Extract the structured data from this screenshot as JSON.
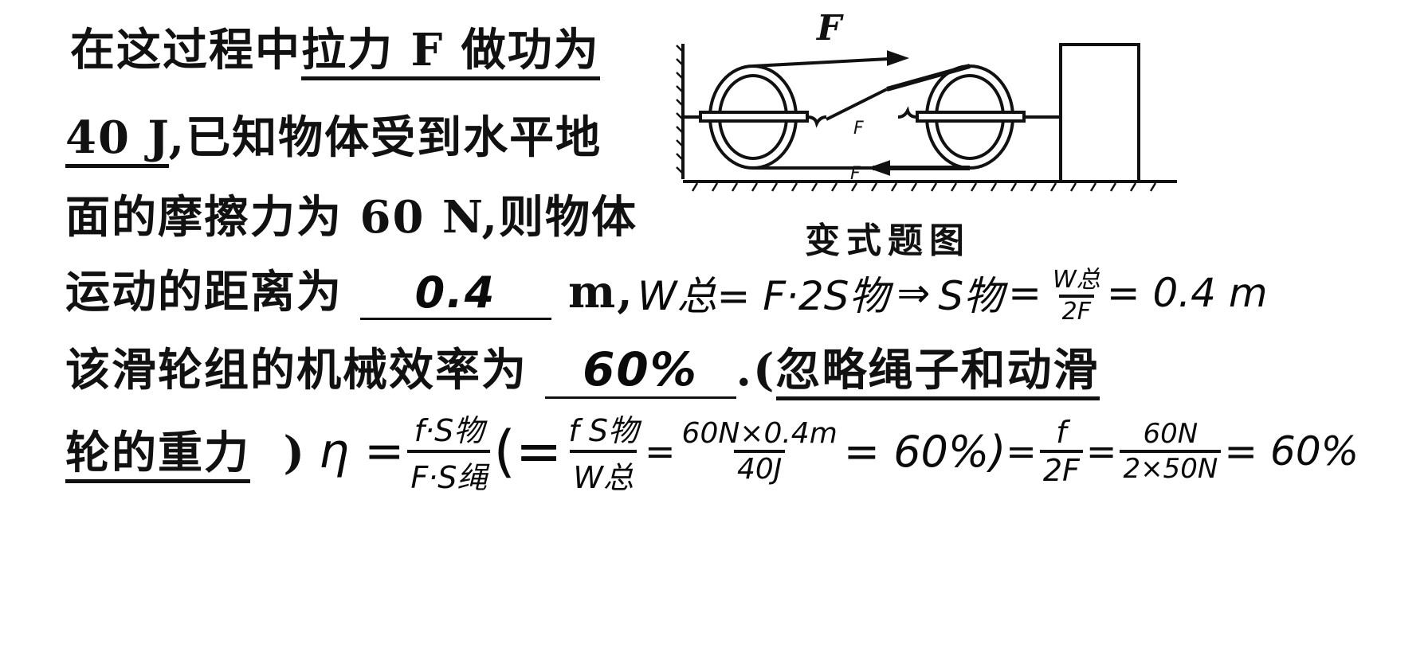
{
  "problem": {
    "line1_pre": "在这过程中",
    "line1_ul": "拉力 F 做功为",
    "line2_ul": "40 J",
    "line2_post": ",已知物体受到水平地",
    "line3": "面的摩擦力为 60 N,则物体",
    "line4_pre": "运动的距离为",
    "line4_blank": "0.4",
    "line4_unit": "m,",
    "line5_pre": "该滑轮组的机械效率为",
    "line5_blank": "60%",
    "line5_post": ".(",
    "line5_ul": "忽略绳子和动滑",
    "line6_ul": "轮的重力",
    "line6_post": ")"
  },
  "figure": {
    "caption": "变式题图",
    "force_label": "F",
    "rope_label_upper": "F",
    "rope_label_lower": "F"
  },
  "handwriting": {
    "distance_work": {
      "lhs": "W总",
      "eq1": "= F·2S物",
      "implies": "⇒",
      "s": "S物",
      "eq": "=",
      "frac_num": "W总",
      "frac_den": "2F",
      "result": "= 0.4 m"
    },
    "efficiency": {
      "eta": "η =",
      "f1_num": "f·S物",
      "f1_den": "F·S绳",
      "paren_open": "(=",
      "f2_num": "f S物",
      "f2_den": "W总",
      "eq2": "=",
      "f3_num": "60N×0.4m",
      "f3_den": "40J",
      "eq3": "= 60%)",
      "eq4": "=",
      "f4_num": "f",
      "f4_den": "2F",
      "eq5": "=",
      "f5_num": "60N",
      "f5_den": "2×50N",
      "result": "= 60%"
    }
  }
}
